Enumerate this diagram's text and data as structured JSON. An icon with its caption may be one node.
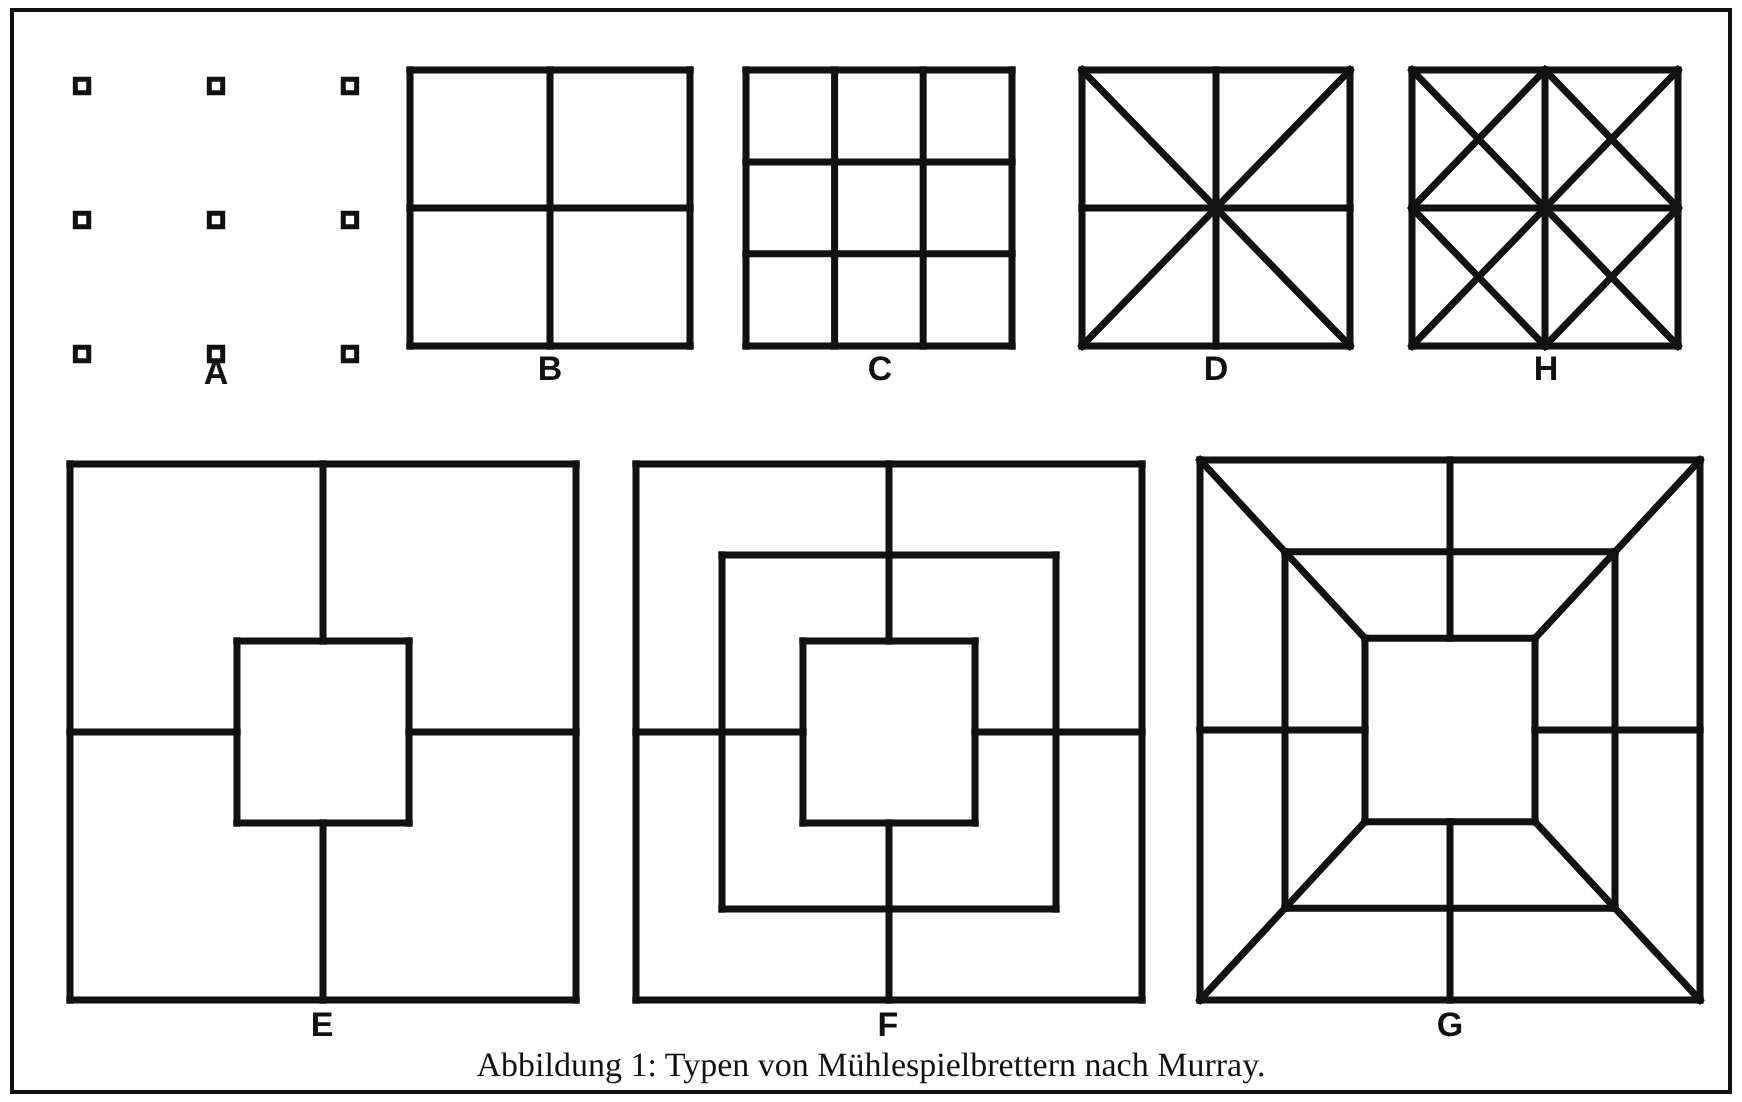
{
  "diagram": {
    "caption": "Abbildung 1: Typen von Mühlespielbrettern nach Murray.",
    "labels": [
      "A",
      "B",
      "C",
      "D",
      "H",
      "E",
      "F",
      "G"
    ]
  }
}
